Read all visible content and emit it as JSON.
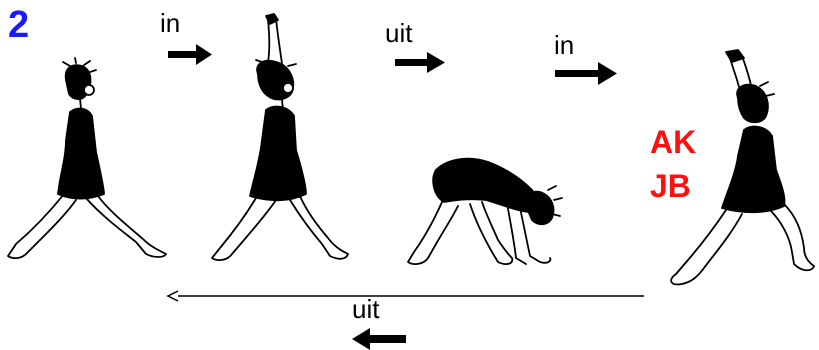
{
  "step_number": "2",
  "arrows": {
    "in_first": "in",
    "uit_first": "uit",
    "in_second": "in",
    "uit_return": "uit"
  },
  "initials": {
    "line1": "AK",
    "line2": "JB"
  },
  "colors": {
    "step_number": "#1a1aff",
    "initials": "#ff1010",
    "ink": "#000000"
  },
  "figures": [
    "standing-straddle-pose",
    "arms-raised-straddle-pose",
    "forward-fold-pose",
    "lunge-arms-raised-pose"
  ]
}
